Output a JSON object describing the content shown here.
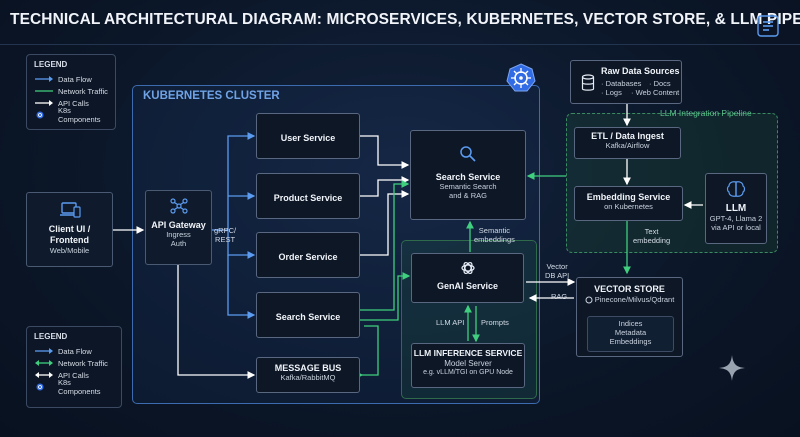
{
  "title": "TECHNICAL ARCHITECTURAL DIAGRAM: MICROSERVICES, KUBERNETES, VECTOR STORE, & LLM PIPELINE",
  "colors": {
    "data_flow": "#5b9bf0",
    "network": "#3fcf7e",
    "api": "#ffffff",
    "k8s": "#326ce5"
  },
  "legend_top": {
    "heading": "LEGEND",
    "items": [
      "Data Flow",
      "Network Traffic",
      "API Calls",
      "K8s Components"
    ]
  },
  "legend_bottom": {
    "heading": "LEGEND",
    "items": [
      "Data Flow",
      "Network Traffic",
      "API Calls",
      "K8s Components"
    ]
  },
  "cluster_label": "KUBERNETES CLUSTER",
  "client": {
    "title": "Client UI /\nFrontend",
    "sub": "Web/Mobile"
  },
  "gateway": {
    "title": "API Gateway",
    "sub1": "Ingress",
    "sub2": "Auth"
  },
  "grpc_label": "gRPC/\nREST",
  "services": {
    "user": "User Service",
    "product": "Product Service",
    "order": "Order Service",
    "search": "Search Service"
  },
  "message_bus": {
    "title": "MESSAGE BUS",
    "sub": "Kafka/RabbitMQ"
  },
  "search_main": {
    "title": "Search Service",
    "sub1": "Semantic Search",
    "sub2": "and & RAG"
  },
  "semantic_label": "Semantic\nembeddings",
  "genai": {
    "title": "GenAI Service"
  },
  "llm_api_label": "LLM API",
  "prompts_label": "Prompts",
  "inference": {
    "title": "LLM INFERENCE SERVICE",
    "sub1": "Model Server",
    "sub2": "e.g. vLLM/TGI on GPU Node"
  },
  "raw": {
    "title": "Raw Data Sources",
    "c1": "· Databases",
    "c2": "· Docs",
    "c3": "· Logs",
    "c4": "· Web Content"
  },
  "pipeline_label": "LLM Integration Pipeline",
  "etl": {
    "title": "ETL / Data Ingest",
    "sub": "Kafka/Airflow"
  },
  "embedding": {
    "title": "Embedding Service",
    "sub": "on Kubernetes"
  },
  "llm_box": {
    "title": "LLM",
    "sub1": "GPT-4, Llama 2",
    "sub2": "via API or local"
  },
  "text_embedding_label": "Text\nembedding",
  "vector_api_label": "Vector\nDB API",
  "rag_label": "RAG",
  "vector": {
    "title": "VECTOR STORE",
    "sub": "Pinecone/Milvus/Qdrant",
    "i1": "Indices",
    "i2": "Metadata",
    "i3": "Embeddings"
  }
}
